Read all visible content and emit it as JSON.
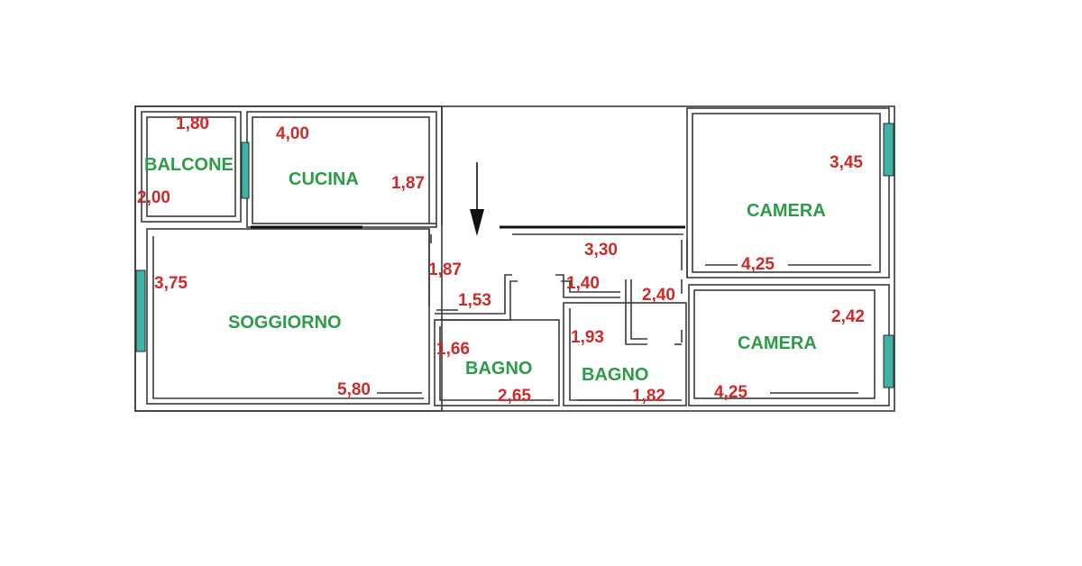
{
  "colors": {
    "dimension": "#cc2b2b",
    "room_label": "#2e9a4a",
    "window": "#3fb2a8",
    "wall": "#3a3a3a"
  },
  "icons": {
    "entrance": "down-arrow-icon"
  },
  "rooms": {
    "balcone": "BALCONE",
    "cucina": "CUCINA",
    "soggiorno": "SOGGIORNO",
    "bagno_1": "BAGNO",
    "bagno_2": "BAGNO",
    "camera_1": "CAMERA",
    "camera_2": "CAMERA"
  },
  "dimensions": {
    "balcone_width": "1,80",
    "balcone_depth": "2,00",
    "cucina_width": "4,00",
    "cucina_depth": "1,87",
    "soggiorno_depth": "3,75",
    "soggiorno_width": "5,80",
    "hall_depth": "1,87",
    "hall_width": "3,30",
    "hall_step_a": "1,53",
    "hall_step_b": "1,40",
    "corridor_length": "2,40",
    "bagno_1_depth": "1,66",
    "bagno_1_width": "2,65",
    "bagno_2_depth": "1,93",
    "bagno_2_width": "1,82",
    "camera_1_depth": "3,45",
    "camera_1_width": "4,25",
    "camera_2_depth": "2,42",
    "camera_2_width": "4,25"
  }
}
